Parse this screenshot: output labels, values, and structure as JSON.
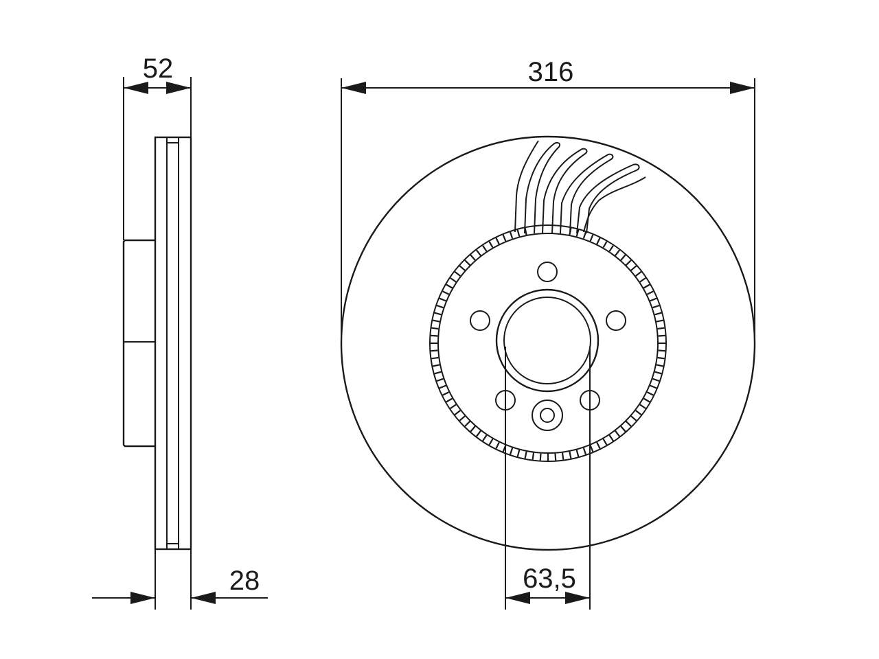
{
  "drawing": {
    "dimensions": {
      "hat_height": "52",
      "outer_diameter": "316",
      "thickness": "28",
      "bolt_spacing": "63,5"
    },
    "colors": {
      "stroke": "#1a1a1a",
      "background": "#ffffff"
    }
  }
}
